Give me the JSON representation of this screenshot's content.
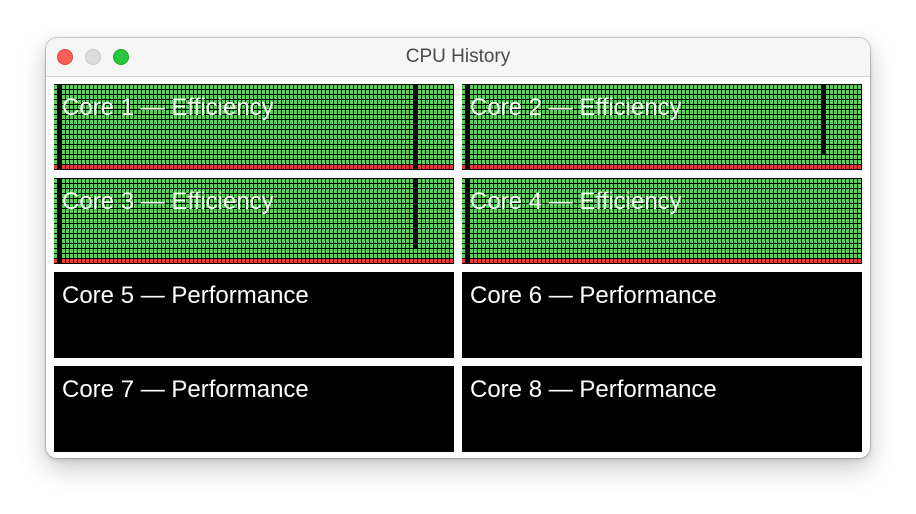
{
  "window": {
    "title": "CPU History"
  },
  "colors": {
    "user": "#5bd05b",
    "system": "#e83a3a",
    "idle": "#000000"
  },
  "cores": [
    {
      "label": "Core 1 — Efficiency",
      "load": [
        100,
        100,
        100,
        100,
        100,
        100,
        100,
        100,
        100,
        100,
        100,
        0,
        100,
        100,
        100,
        100,
        100,
        100,
        100,
        100,
        100,
        100,
        100,
        100,
        100,
        100,
        100,
        100,
        100,
        100,
        100,
        100,
        100,
        100,
        100,
        100,
        100,
        100,
        100,
        100,
        100,
        100,
        100,
        100,
        100,
        100,
        100,
        100,
        100,
        100,
        100,
        100,
        100,
        100,
        100,
        100,
        100,
        100,
        100,
        100,
        100,
        100,
        100,
        100,
        100,
        100,
        100,
        100,
        100,
        100,
        100,
        100,
        100,
        100,
        100,
        100,
        100,
        100,
        100,
        100,
        100,
        100,
        100,
        100,
        100,
        100,
        100,
        100,
        100,
        100,
        100,
        100,
        100,
        100,
        100,
        100,
        100,
        100,
        100,
        100,
        0,
        100,
        100,
        100,
        100,
        100,
        100,
        100,
        100,
        100
      ]
    },
    {
      "label": "Core 2 — Efficiency",
      "load": [
        100,
        100,
        100,
        100,
        100,
        100,
        100,
        100,
        100,
        100,
        100,
        0,
        100,
        100,
        100,
        100,
        100,
        100,
        100,
        100,
        100,
        100,
        100,
        100,
        100,
        100,
        100,
        100,
        100,
        100,
        100,
        100,
        100,
        100,
        100,
        100,
        100,
        100,
        100,
        100,
        100,
        100,
        100,
        100,
        100,
        100,
        100,
        100,
        100,
        100,
        100,
        100,
        100,
        100,
        100,
        100,
        100,
        100,
        100,
        100,
        100,
        100,
        100,
        100,
        100,
        100,
        100,
        100,
        100,
        100,
        100,
        100,
        100,
        100,
        100,
        100,
        100,
        100,
        100,
        100,
        100,
        100,
        100,
        100,
        100,
        100,
        100,
        100,
        100,
        100,
        100,
        100,
        100,
        100,
        100,
        100,
        100,
        100,
        100,
        100,
        20,
        100,
        100,
        100,
        100,
        100,
        100,
        100,
        100,
        100
      ]
    },
    {
      "label": "Core 3 — Efficiency",
      "load": [
        100,
        100,
        100,
        100,
        100,
        100,
        100,
        100,
        100,
        100,
        100,
        0,
        100,
        100,
        100,
        100,
        100,
        100,
        100,
        100,
        100,
        100,
        100,
        100,
        100,
        100,
        100,
        100,
        100,
        100,
        100,
        100,
        100,
        100,
        100,
        100,
        100,
        100,
        100,
        100,
        100,
        100,
        100,
        100,
        100,
        100,
        100,
        100,
        100,
        100,
        100,
        100,
        100,
        100,
        100,
        100,
        100,
        100,
        100,
        100,
        100,
        100,
        100,
        100,
        100,
        100,
        100,
        100,
        100,
        100,
        100,
        100,
        100,
        100,
        100,
        100,
        100,
        100,
        100,
        100,
        100,
        100,
        100,
        100,
        100,
        100,
        100,
        100,
        100,
        100,
        100,
        100,
        100,
        100,
        100,
        100,
        100,
        100,
        100,
        100,
        20,
        100,
        100,
        100,
        100,
        100,
        100,
        100,
        100,
        100
      ]
    },
    {
      "label": "Core 4 — Efficiency",
      "load": [
        100,
        100,
        100,
        100,
        100,
        100,
        100,
        100,
        100,
        100,
        100,
        0,
        100,
        100,
        100,
        100,
        100,
        100,
        100,
        100,
        100,
        100,
        100,
        100,
        100,
        100,
        100,
        100,
        100,
        100,
        100,
        100,
        100,
        100,
        100,
        100,
        100,
        100,
        100,
        100,
        100,
        100,
        100,
        100,
        100,
        100,
        100,
        100,
        100,
        100,
        100,
        100,
        100,
        100,
        100,
        100,
        100,
        100,
        100,
        100,
        100,
        100,
        100,
        100,
        100,
        100,
        100,
        100,
        100,
        100,
        100,
        100,
        100,
        100,
        100,
        100,
        100,
        100,
        100,
        100,
        100,
        100,
        100,
        100,
        100,
        100,
        100,
        100,
        100,
        100,
        100,
        100,
        100,
        100,
        100,
        100,
        100,
        100,
        100,
        100,
        100,
        100,
        100,
        100,
        100,
        100,
        100,
        100,
        100,
        100
      ]
    },
    {
      "label": "Core 5 — Performance",
      "load": []
    },
    {
      "label": "Core 6 — Performance",
      "load": []
    },
    {
      "label": "Core 7 — Performance",
      "load": []
    },
    {
      "label": "Core 8 — Performance",
      "load": []
    }
  ]
}
